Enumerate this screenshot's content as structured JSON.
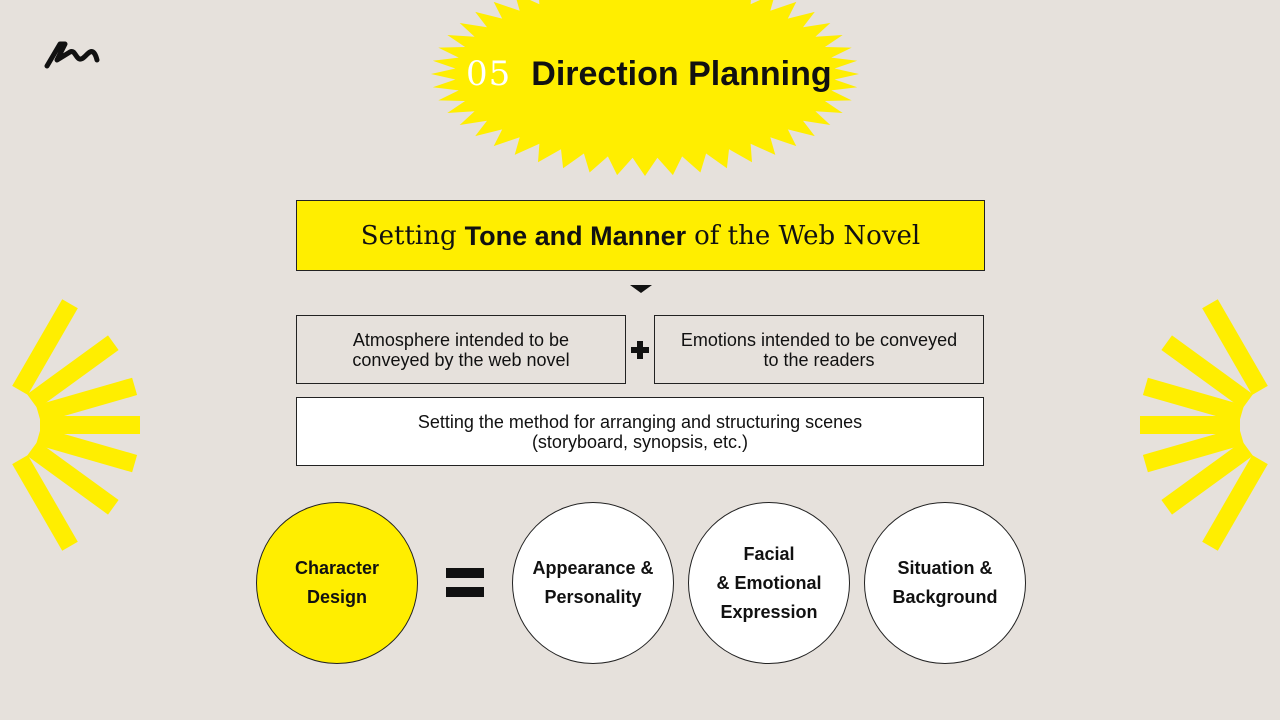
{
  "header": {
    "number": "05",
    "title": "Direction Planning"
  },
  "tone_box": {
    "prefix": "Setting",
    "emphasis": "Tone and Manner",
    "suffix": "of the Web Novel"
  },
  "atmosphere_box": {
    "line1": "Atmosphere intended to be",
    "line2": "conveyed by the web novel"
  },
  "emotions_box": {
    "line1": "Emotions intended to be conveyed",
    "line2": "to the readers"
  },
  "method_box": {
    "line1": "Setting the method for arranging and structuring scenes",
    "line2": "(storyboard, synopsis, etc.)"
  },
  "equation": {
    "main": {
      "line1": "Character",
      "line2": "Design"
    },
    "parts": [
      {
        "line1": "Appearance &",
        "line2": "Personality"
      },
      {
        "line1": "Facial",
        "line2": "& Emotional",
        "line3": "Expression"
      },
      {
        "line1": "Situation &",
        "line2": "Background"
      }
    ]
  },
  "colors": {
    "accent": "#ffee00",
    "background": "#e6e1dc",
    "ink": "#111111"
  },
  "icons": [
    "brand-logo-icon",
    "plus-icon",
    "equals-icon",
    "arrow-down-icon",
    "sunburst-decoration-icon"
  ]
}
